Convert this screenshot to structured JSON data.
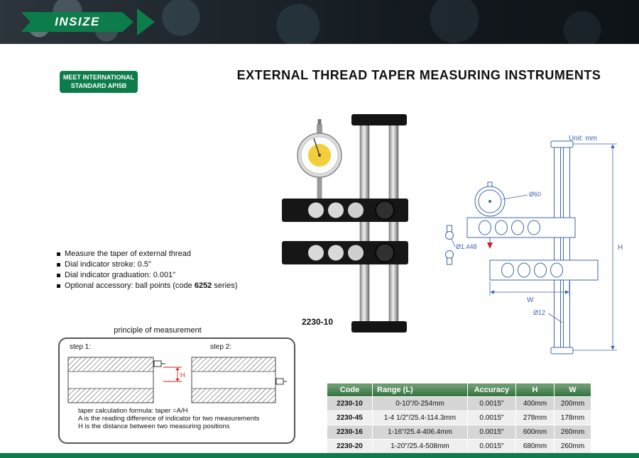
{
  "brand": {
    "logo_text": "INSIZE"
  },
  "page": {
    "title": "EXTERNAL THREAD TAPER MEASURING INSTRUMENTS",
    "badge_line1": "MEET INTERNATIONAL",
    "badge_line2": "STANDARD API5B"
  },
  "features": {
    "items": [
      {
        "text": "Measure the taper of external thread"
      },
      {
        "text": "Dial indicator stroke: 0.5\""
      },
      {
        "text": "Dial indicator graduation: 0.001\""
      },
      {
        "pre": "Optional accessory: ball points (code ",
        "bold": "6252",
        "post": " series)"
      }
    ]
  },
  "product": {
    "model_label": "2230-10"
  },
  "drawing": {
    "unit_label": "Unit: mm",
    "dim_dial": "Ø60",
    "dim_ball": "Ø1.448",
    "dim_rod": "Ø12",
    "dim_height": "H",
    "dim_width": "W"
  },
  "principle": {
    "title": "principle of measurement",
    "step1_label": "step 1:",
    "step2_label": "step 2:",
    "h_label": "H",
    "notes": [
      "taper calculation formula: taper =A/H",
      "A is the reading difference of indicator for two measurements",
      "H is the distance between two measuring positions"
    ]
  },
  "table": {
    "headers": [
      "Code",
      "Range (L)",
      "Accuracy",
      "H",
      "W"
    ],
    "rows": [
      [
        "2230-10",
        "0-10\"/0-254mm",
        "0.0015\"",
        "400mm",
        "200mm"
      ],
      [
        "2230-45",
        "1-4 1/2\"/25.4-114.3mm",
        "0.0015\"",
        "278mm",
        "178mm"
      ],
      [
        "2230-16",
        "1-16\"/25.4-406.4mm",
        "0.0015\"",
        "600mm",
        "260mm"
      ],
      [
        "2230-20",
        "1-20\"/25.4-508mm",
        "0.0015\"",
        "680mm",
        "260mm"
      ]
    ]
  },
  "colors": {
    "brand_green": "#0c7c4a",
    "table_header_green": "#33703e",
    "drawing_blue": "#3b66ae",
    "dimension_red": "#cc2222"
  }
}
